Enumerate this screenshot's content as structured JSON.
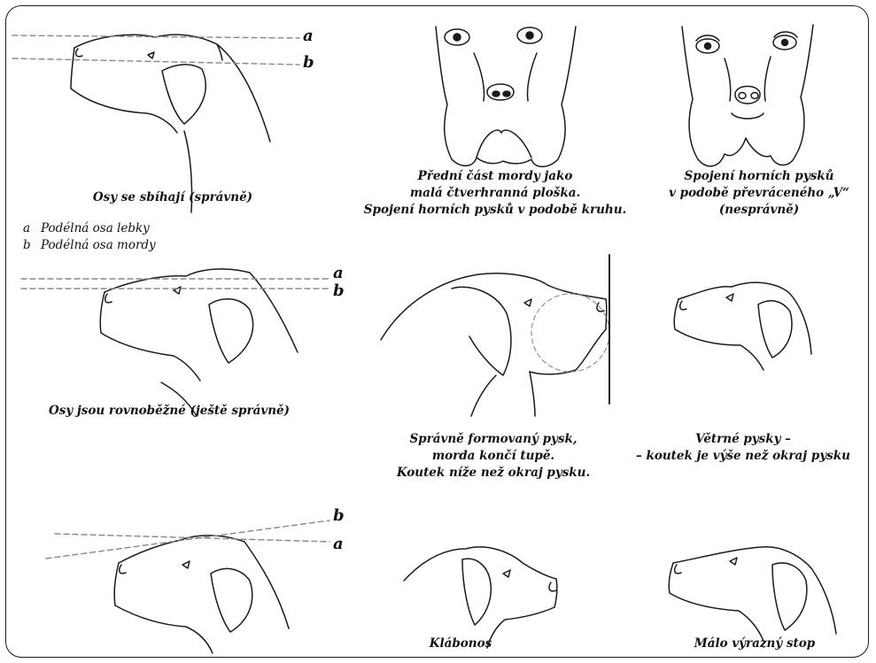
{
  "captions": {
    "converging": "Osy se sbíhají (správně)",
    "parallel": "Osy jsou rovnoběžné (ještě správně)",
    "front_ok": [
      "Přední část mordy jako",
      "malá čtverhranná ploška.",
      "Spojení horních pysků v podobě kruhu."
    ],
    "front_bad": [
      "Spojení horních pysků",
      "v podobě převráceného „V“",
      "(nesprávně)"
    ],
    "lip_ok": [
      "Správně formovaný pysk,",
      "morda končí tupě.",
      "Koutek níže než okraj pysku."
    ],
    "lip_bad": [
      "Větrné pysky –",
      "– koutek je výše než okraj pysku"
    ],
    "klabonos": "Klábonos",
    "stop": "Málo výrazný stop"
  },
  "legend": [
    {
      "key": "a",
      "text": "Podélná osa lebky"
    },
    {
      "key": "b",
      "text": "Podélná osa mordy"
    }
  ],
  "axis_labels": {
    "r1_top": "a",
    "r1_bottom": "b",
    "r2_top": "a",
    "r2_bottom": "b",
    "r3_top": "b",
    "r3_bottom": "a"
  }
}
